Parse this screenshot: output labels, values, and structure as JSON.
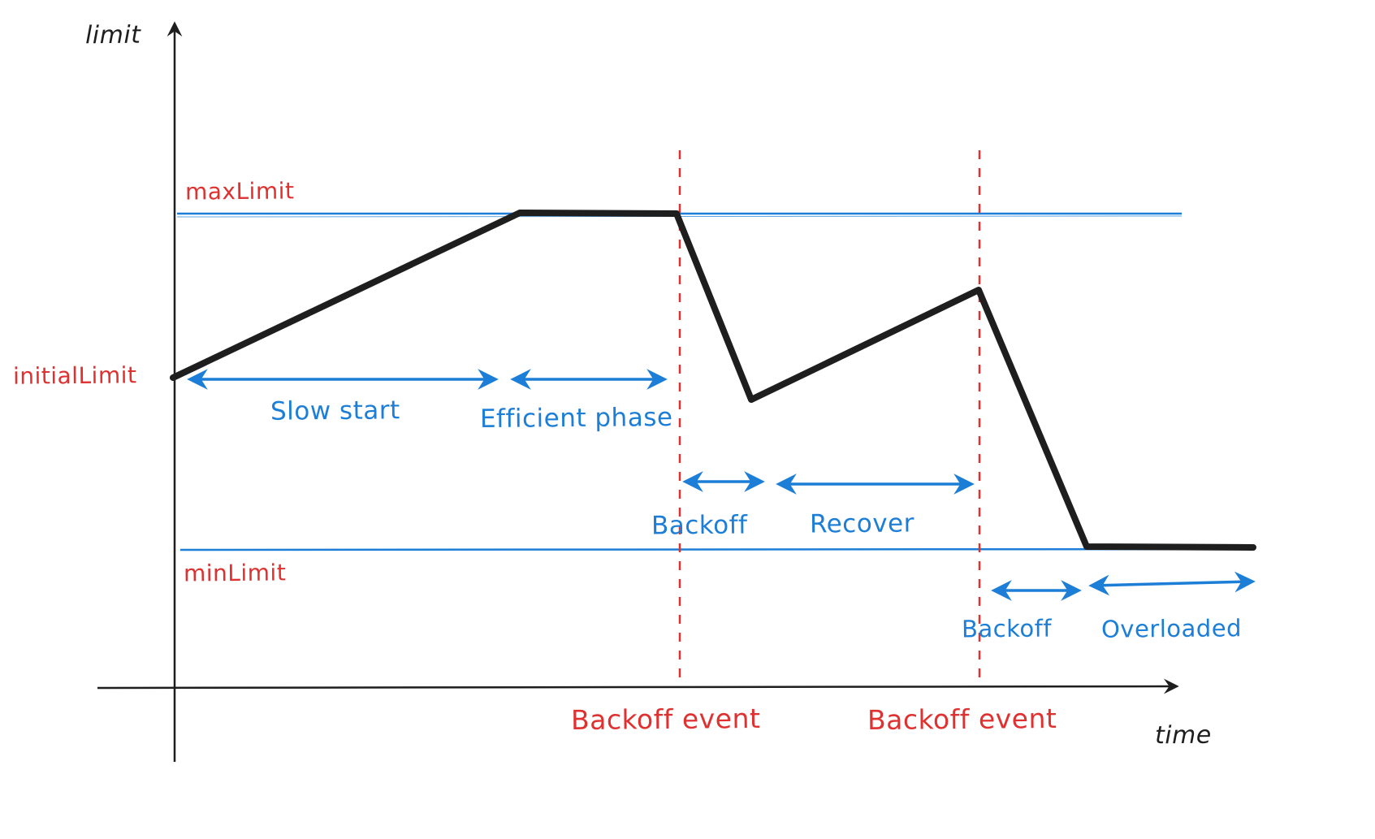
{
  "diagram": {
    "type": "concept-diagram",
    "subject": "Adaptive concurrency limit over time with slow start, backoff and recovery phases",
    "colors": {
      "black": "#1e1e1e",
      "red": "#e03131",
      "blue": "#1c7ed6"
    },
    "axes": {
      "y_label": "limit",
      "x_label": "time"
    },
    "limits": {
      "max_limit": "maxLimit",
      "initial_limit": "initialLimit",
      "min_limit": "minLimit"
    },
    "events": {
      "backoff_event_1": "Backoff event",
      "backoff_event_2": "Backoff event"
    },
    "phases": {
      "slow_start": "Slow start",
      "efficient_phase": "Efficient phase",
      "backoff_1": "Backoff",
      "recover": "Recover",
      "backoff_2": "Backoff",
      "overloaded": "Overloaded"
    },
    "curve_description": "Limit rises from initialLimit to maxLimit (slow start), stays at maxLimit (efficient phase), drops at first backoff event, recovers toward maxLimit, drops again at second backoff event down to minLimit and stays flat (overloaded)."
  }
}
